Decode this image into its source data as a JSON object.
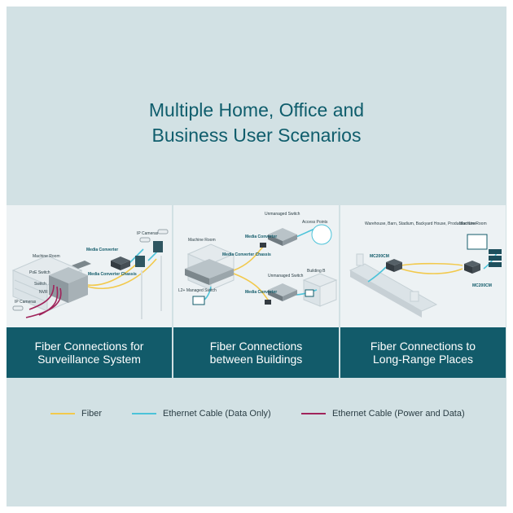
{
  "title": {
    "line1": "Multiple Home, Office and",
    "line2": "Business User Scenarios"
  },
  "panels": [
    {
      "caption_line1": "Fiber Connections for",
      "caption_line2": "Surveillance System",
      "labels": {
        "ip_cameras_top": "IP Cameras",
        "machine_room": "Machine Room",
        "media_converter": "Media Converter",
        "chassis": "Media Converter Chassis",
        "poe_switch": "PoE Switch",
        "switch": "Switch",
        "nvr": "NVR",
        "ip_cameras_bottom": "IP Cameras"
      }
    },
    {
      "caption_line1": "Fiber Connections",
      "caption_line2": "between Buildings",
      "labels": {
        "unmanaged_switch_top": "Unmanaged Switch",
        "access_points": "Access Points",
        "machine_room": "Machine Room",
        "media_converter_top": "Media Converter",
        "chassis": "Media Converter Chassis",
        "unmanaged_switch_bottom": "Unmanaged Switch",
        "building_b": "Building B",
        "l2_switch": "L2+ Managed Switch",
        "media_converter_bottom": "Media Converter"
      }
    },
    {
      "caption_line1": "Fiber Connections to",
      "caption_line2": "Long-Range Places",
      "labels": {
        "places": "Warehouse, Barn, Stadium, Backyard House, Production Line",
        "machine_room": "Machine Room",
        "mc200cm_left": "MC200CM",
        "mc200cm_right": "MC200CM"
      }
    }
  ],
  "legend": [
    {
      "label": "Fiber",
      "color": "#f2c94c"
    },
    {
      "label": "Ethernet Cable (Data Only)",
      "color": "#4cc3d9"
    },
    {
      "label": "Ethernet Cable (Power and Data)",
      "color": "#a0245b"
    }
  ]
}
